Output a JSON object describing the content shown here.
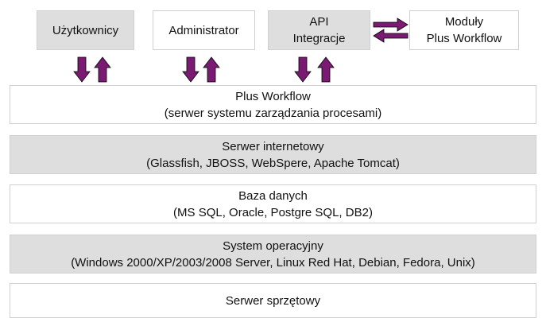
{
  "top_boxes": [
    {
      "lines": [
        "Użytkownicy"
      ],
      "fill": "#dedede"
    },
    {
      "lines": [
        "Administrator"
      ],
      "fill": "#ffffff"
    },
    {
      "lines": [
        "API",
        "Integracje"
      ],
      "fill": "#dedede"
    },
    {
      "lines": [
        "Moduły",
        "Plus Workflow"
      ],
      "fill": "#ffffff"
    }
  ],
  "layers": [
    {
      "lines": [
        "Plus Workflow",
        "(serwer systemu zarządzania procesami)"
      ],
      "fill": "#ffffff"
    },
    {
      "lines": [
        "Serwer internetowy",
        "(Glassfish, JBOSS, WebSpere, Apache Tomcat)"
      ],
      "fill": "#dedede"
    },
    {
      "lines": [
        "Baza danych",
        "(MS SQL, Oracle, Postgre SQL, DB2)"
      ],
      "fill": "#ffffff"
    },
    {
      "lines": [
        "System operacyjny",
        "(Windows 2000/XP/2003/2008 Server, Linux Red Hat, Debian, Fedora, Unix)"
      ],
      "fill": "#dedede"
    },
    {
      "lines": [
        "Serwer sprzętowy"
      ],
      "fill": "#ffffff"
    }
  ],
  "arrow_color": "#7a1a73"
}
